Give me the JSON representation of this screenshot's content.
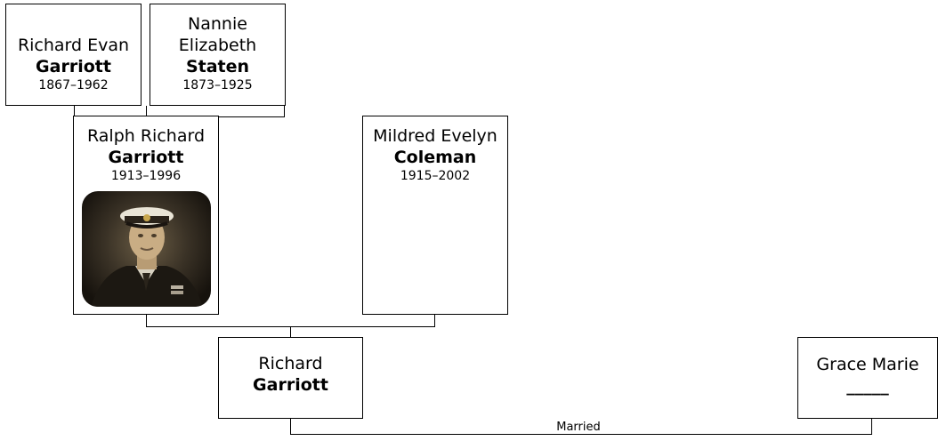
{
  "people": {
    "richard_evan": {
      "given": "Richard Evan",
      "surname": "Garriott",
      "dates": "1867–1962"
    },
    "nannie": {
      "given_line1": "Nannie",
      "given_line2": "Elizabeth",
      "surname": "Staten",
      "dates": "1873–1925"
    },
    "ralph": {
      "given": "Ralph Richard",
      "surname": "Garriott",
      "dates": "1913–1996"
    },
    "mildred": {
      "given": "Mildred Evelyn",
      "surname": "Coleman",
      "dates": "1915–2002"
    },
    "richard": {
      "given": "Richard",
      "surname": "Garriott"
    },
    "grace": {
      "given": "Grace Marie",
      "surname": "_____"
    }
  },
  "relation": {
    "married_label": "Married"
  }
}
